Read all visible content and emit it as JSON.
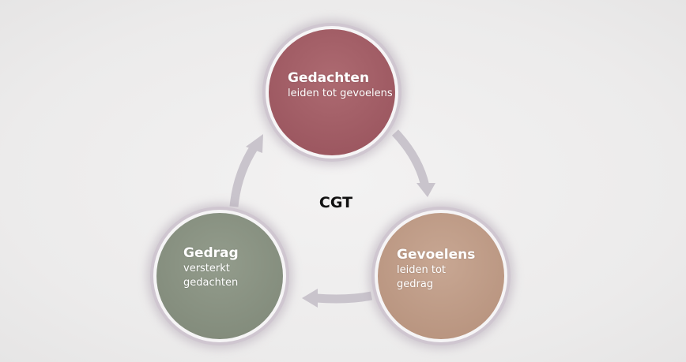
{
  "center": {
    "label": "CGT"
  },
  "nodes": [
    {
      "title": "Gedachten",
      "line1": "leiden tot gevoelens",
      "line2": "",
      "color": "#a8626a"
    },
    {
      "title": "Gevoelens",
      "line1": "leiden tot",
      "line2": "gedrag",
      "color": "#c29f8b"
    },
    {
      "title": "Gedrag",
      "line1": "versterkt",
      "line2": "gedachten",
      "color": "#8c9585"
    }
  ],
  "colors": {
    "ring": "#c9c1ca",
    "ring_edge": "#f7f7f7",
    "arrow": "#c9c4cc",
    "background": "#efeeee"
  }
}
